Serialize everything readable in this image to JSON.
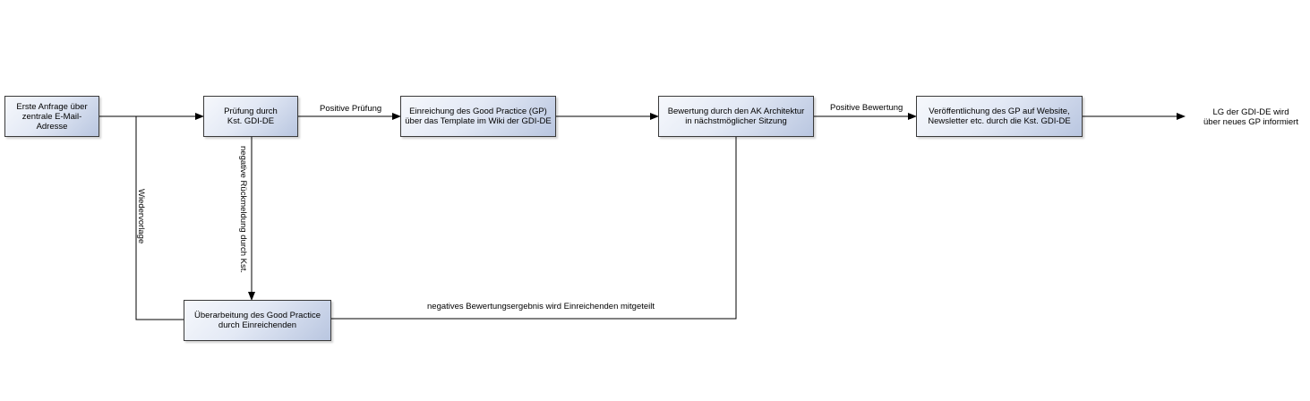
{
  "boxes": {
    "erste_anfrage": "Erste Anfrage über\nzentrale E-Mail-Adresse",
    "pruefung": "Prüfung durch\nKst. GDI-DE",
    "einreichung": "Einreichung des Good Practice (GP)\nüber das Template im Wiki der GDI-DE",
    "bewertung": "Bewertung durch den AK Architektur\nin nächstmöglicher Sitzung",
    "veroeffentlichung": "Veröffentlichung des GP auf Website,\nNewsletter etc. durch die Kst. GDI-DE",
    "ueberarbeitung": "Überarbeitung des Good Practice\ndurch Einreichenden"
  },
  "end_text": "LG der GDI-DE wird\nüber neues GP informiert",
  "labels": {
    "positive_pruefung": "Positive Prüfung",
    "positive_bewertung": "Positive Bewertung",
    "wiedervorlage": "Wiedervorlage",
    "negative_rueckmeldung": "negative Rückmeldung durch Kst.",
    "negatives_ergebnis": "negatives Bewertungsergebnis wird Einreichenden mitgeteilt"
  },
  "colors": {
    "line": "#000000",
    "box_border": "#3a3a3a",
    "box_fill_light": "#f6f8fc",
    "box_fill_dark": "#b9c6e0"
  }
}
